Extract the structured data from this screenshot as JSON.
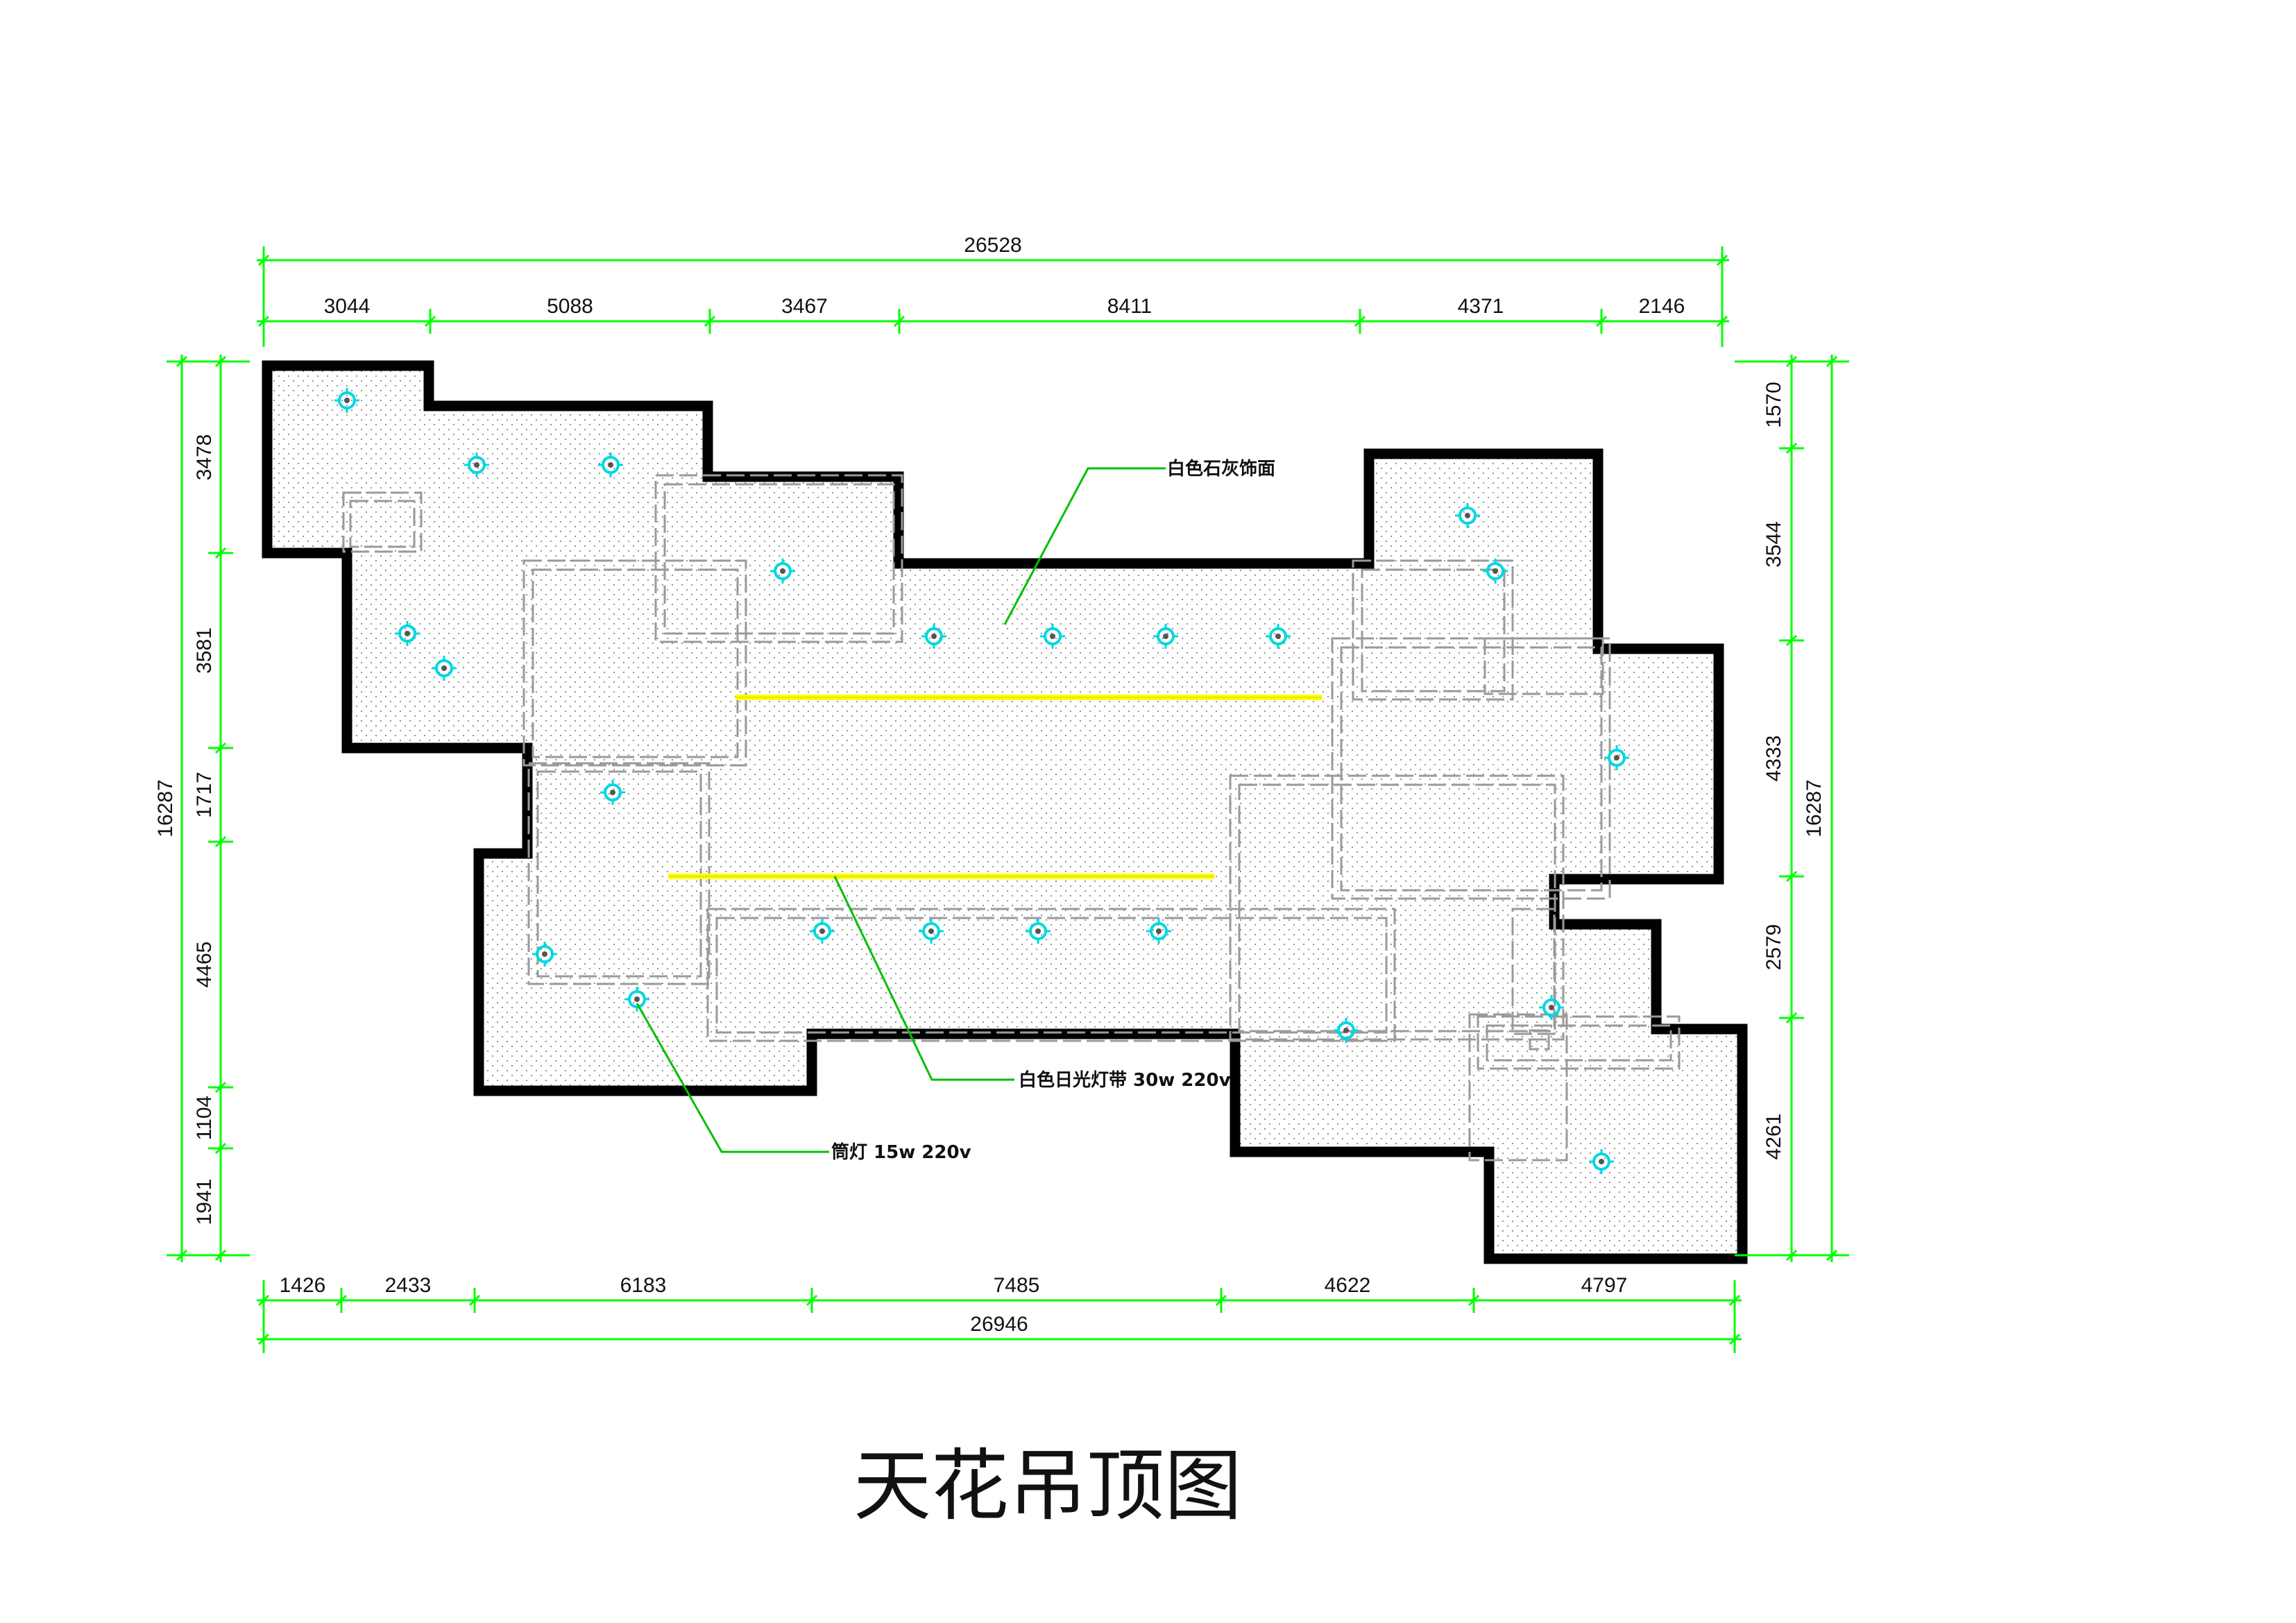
{
  "title": "天花吊顶图",
  "colors": {
    "wall": "#000000",
    "dimension_line": "#00ff00",
    "lamp": "#00d8e0",
    "light_strip": "#ffff00",
    "leader": "#00c000",
    "ceiling_edge": "#9a9a9a"
  },
  "dimensions": {
    "top_overall": "26528",
    "top_segments": [
      "3044",
      "5088",
      "3467",
      "8411",
      "4371",
      "2146"
    ],
    "bottom_overall": "26946",
    "bottom_segments": [
      "1426",
      "2433",
      "6183",
      "7485",
      "4622",
      "4797"
    ],
    "left_overall": "16287",
    "left_segments": [
      "3478",
      "3581",
      "1717",
      "4465",
      "1104",
      "1941"
    ],
    "right_overall": "16287",
    "right_segments": [
      "1570",
      "3544",
      "4333",
      "2579",
      "4261"
    ]
  },
  "annotations": {
    "ceiling_finish": "白色石灰饰面",
    "light_strip": "白色日光灯带 30w 220v",
    "downlight": "筒灯 15w 220v"
  },
  "legend_icons": {
    "downlight": "downlight-icon",
    "light_strip": "light-strip-line"
  }
}
